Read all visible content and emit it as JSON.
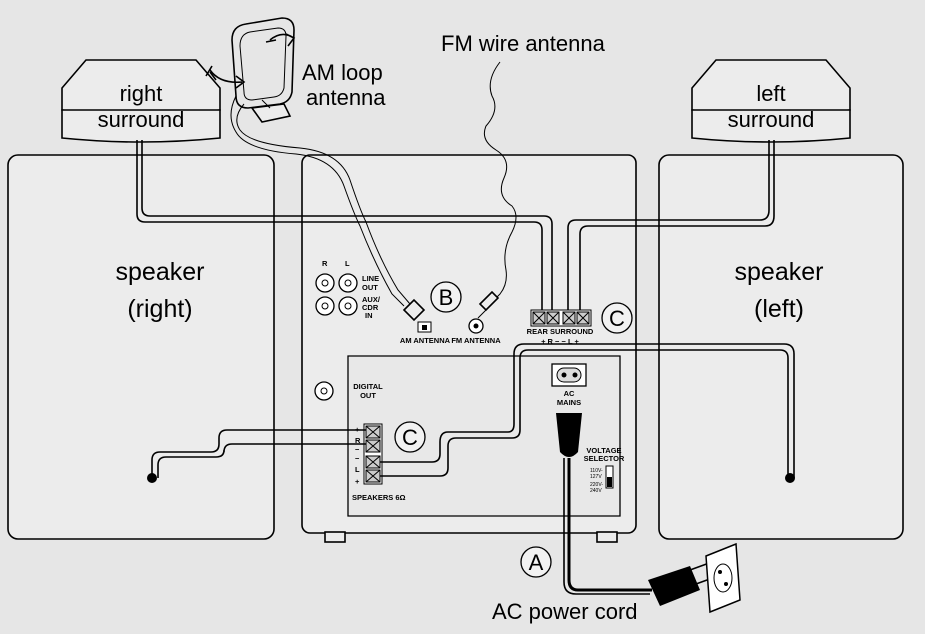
{
  "speakers": {
    "right": {
      "line1": "speaker",
      "line2": "(right)"
    },
    "left": {
      "line1": "speaker",
      "line2": "(left)"
    }
  },
  "surround": {
    "right": {
      "line1": "right",
      "line2": "surround"
    },
    "left": {
      "line1": "left",
      "line2": "surround"
    }
  },
  "antennas": {
    "am_line1": "AM loop",
    "am_line2": "antenna",
    "fm": "FM wire antenna"
  },
  "power_cord": "AC power cord",
  "callouts": {
    "a": "A",
    "b": "B",
    "c": "C"
  },
  "panel": {
    "r": "R",
    "l": "L",
    "line_out_1": "LINE",
    "line_out_2": "OUT",
    "aux_1": "AUX/",
    "aux_2": "CDR",
    "aux_3": "IN",
    "am_antenna": "AM ANTENNA",
    "fm_antenna": "FM ANTENNA",
    "rear_surround": "REAR SURROUND",
    "rear_polarity": "+ R −   − L +",
    "digital_out_1": "DIGITAL",
    "digital_out_2": "OUT",
    "ac_mains_1": "AC",
    "ac_mains_2": "MAINS",
    "voltage_1": "VOLTAGE",
    "voltage_2": "SELECTOR",
    "volt_110": "110V-",
    "volt_127": "127V",
    "volt_220": "220V-",
    "volt_240": "240V",
    "speakers_6ohm": "SPEAKERS 6Ω",
    "term_plus": "+",
    "term_r": "R",
    "term_minus": "−",
    "term_l": "L"
  }
}
